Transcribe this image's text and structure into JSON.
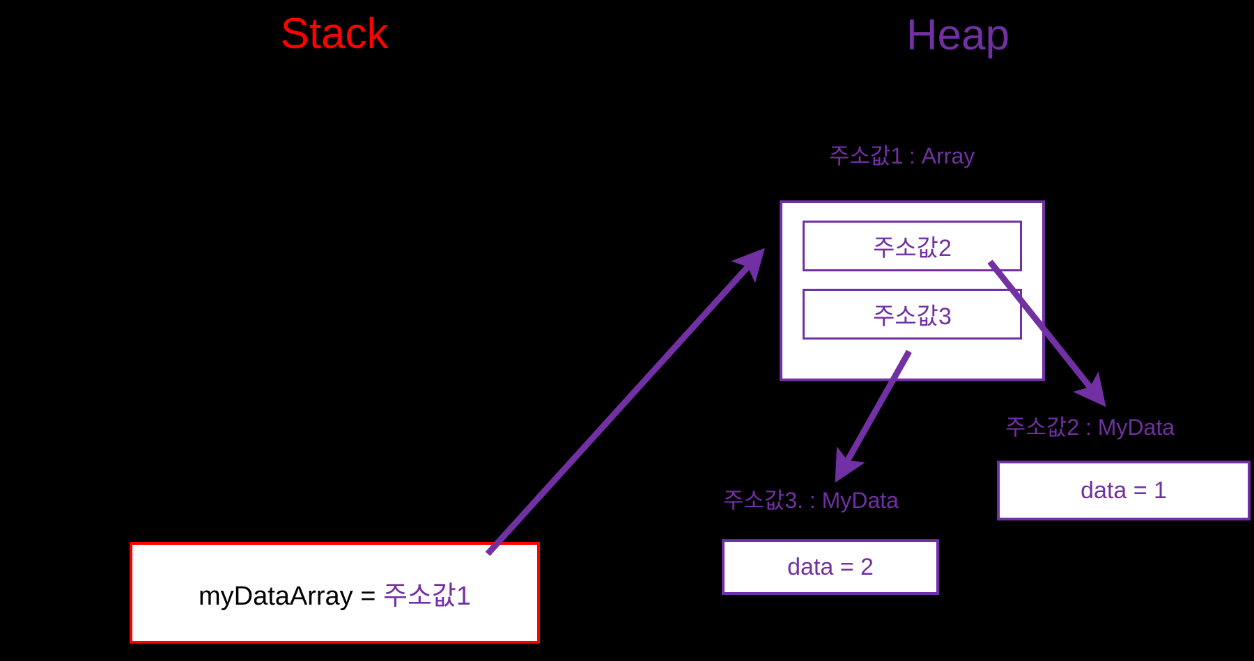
{
  "diagram": {
    "background_color": "#000000",
    "stack_color": "#FF0000",
    "heap_color": "#7130A3",
    "box_fill": "#FFFFFF",
    "titles": {
      "stack": "Stack",
      "heap": "Heap"
    }
  },
  "stack": {
    "variable_box": {
      "name_text": "myDataArray = ",
      "value_text": "주소값1",
      "border_color": "#FF0000"
    }
  },
  "heap": {
    "array_object": {
      "caption": "주소값1 : Array",
      "cells": [
        {
          "label": "주소값2"
        },
        {
          "label": "주소값3"
        }
      ]
    },
    "objects": [
      {
        "caption": "주소값2 : MyData",
        "field": "data  =  1"
      },
      {
        "caption": "주소값3. : MyData",
        "field": "data  =  2"
      }
    ]
  },
  "arrows": [
    {
      "name": "stack-to-array",
      "from": "myDataArray",
      "to": "주소값1 : Array",
      "color": "#7130A3"
    },
    {
      "name": "array-cell0-to-mydata1",
      "from": "주소값2",
      "to": "주소값2 : MyData",
      "color": "#7130A3"
    },
    {
      "name": "array-cell1-to-mydata2",
      "from": "주소값3",
      "to": "주소값3. : MyData",
      "color": "#7130A3"
    }
  ]
}
